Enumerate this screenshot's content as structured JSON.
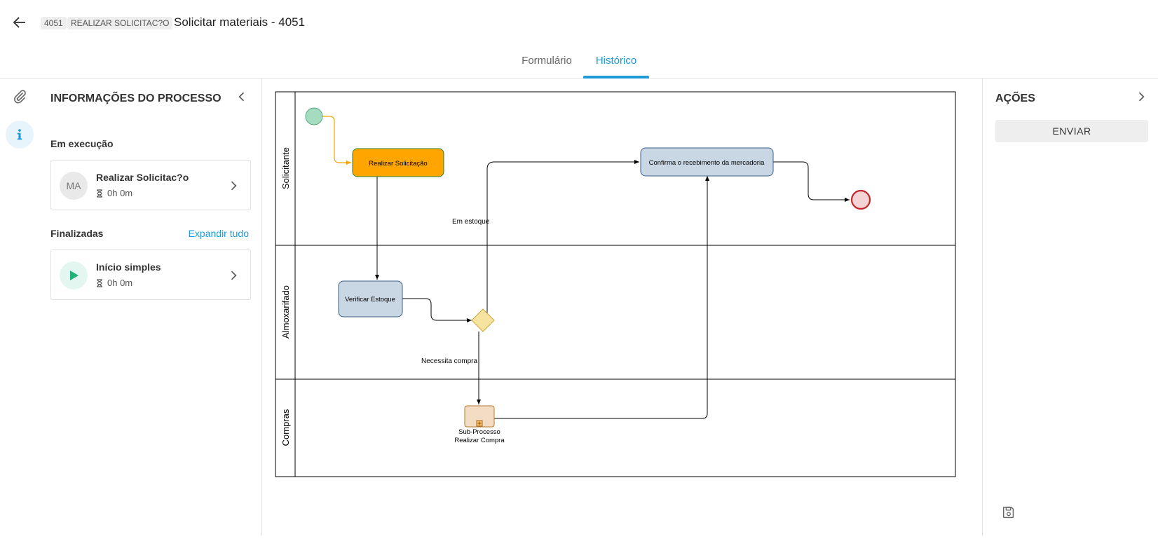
{
  "header": {
    "process_id": "4051",
    "task_chip": "REALIZAR SOLICITAC?O",
    "title": "Solicitar materiais - 4051"
  },
  "tabs": [
    {
      "label": "Formulário",
      "active": false
    },
    {
      "label": "Histórico",
      "active": true
    }
  ],
  "colors": {
    "accent": "#1e9ad6",
    "active_task": "#ffa500",
    "task": "#c9d6e3",
    "gateway": "#f7e3a0",
    "start": "#a5dcc0",
    "end": "#f3d3d3"
  },
  "rail": {
    "icons": [
      "paperclip-icon",
      "info-icon"
    ]
  },
  "left_panel": {
    "title": "INFORMAÇÕES DO PROCESSO",
    "running_label": "Em execução",
    "running_task": {
      "avatar": "MA",
      "name": "Realizar Solicitac?o",
      "time": "0h 0m"
    },
    "finished_label": "Finalizadas",
    "expand_all": "Expandir tudo",
    "finished_task": {
      "icon": "play-icon",
      "name": "Início simples",
      "time": "0h 0m"
    }
  },
  "diagram": {
    "lanes": [
      "Solicitante",
      "Almoxarifado",
      "Compras"
    ],
    "tasks": {
      "realizar": "Realizar Solicitação",
      "confirma": "Confirma o recebimento da mercadoria",
      "verificar": "Verificar Estoque",
      "subprocess_line1": "Sub-Processo",
      "subprocess_line2": "Realizar Compra"
    },
    "edges": {
      "em_estoque": "Em estoque",
      "necessita_compra": "Necessita compra"
    }
  },
  "right_panel": {
    "title": "AÇÕES",
    "send_label": "ENVIAR"
  }
}
